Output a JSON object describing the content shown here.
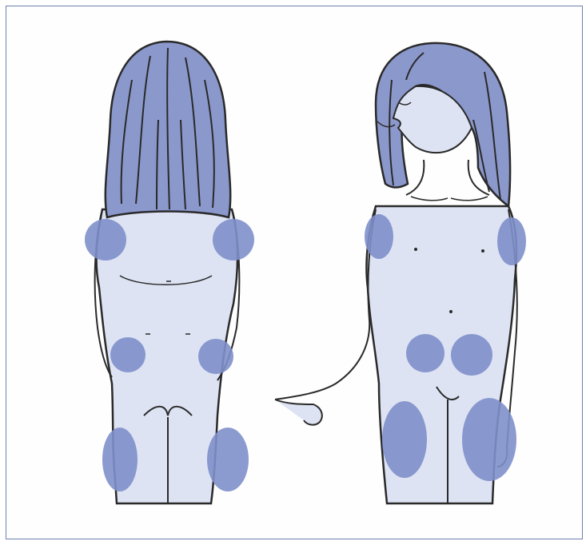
{
  "figure": {
    "views": [
      "back-view",
      "front-view"
    ],
    "colors": {
      "skin": "#dde3f3",
      "hair": "#8b98cc",
      "injection_zone": "#7e8fca",
      "outline": "#2a2a2a",
      "frame": "#6f7fb0"
    },
    "injection_zones": [
      "back-left-shoulder",
      "back-right-shoulder",
      "back-left-flank",
      "back-right-flank",
      "back-left-thigh",
      "back-right-thigh",
      "front-left-shoulder",
      "front-right-shoulder",
      "front-left-abdomen",
      "front-right-abdomen",
      "front-left-thigh",
      "front-right-thigh"
    ]
  }
}
